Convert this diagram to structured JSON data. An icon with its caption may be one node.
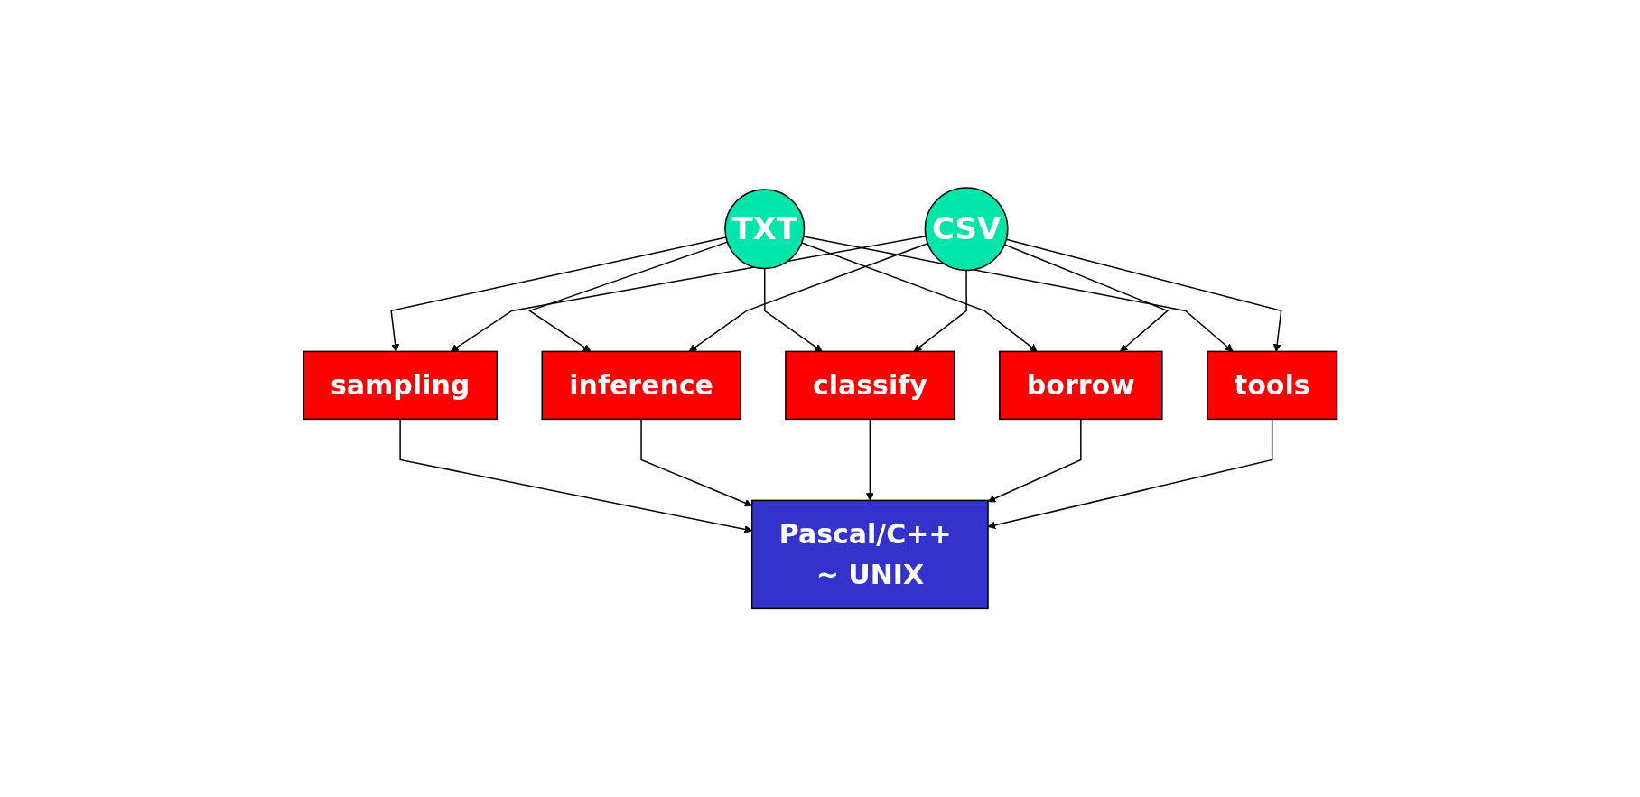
{
  "diagram": {
    "nodes": [
      {
        "text": [
          "TXT"
        ]
      },
      {
        "text": [
          "CSV"
        ]
      },
      {
        "text": [
          "sampling"
        ]
      },
      {
        "text": [
          "inference"
        ]
      },
      {
        "text": [
          "classify"
        ]
      },
      {
        "text": [
          "borrow"
        ]
      },
      {
        "text": [
          "tools"
        ]
      },
      {
        "text": [
          "Pascal/C++ ~ UNIX"
        ]
      }
    ],
    "edges": [
      {
        "from": 0,
        "to": 2,
        "arrow": "to"
      },
      {
        "from": 0,
        "to": 3,
        "arrow": "to"
      },
      {
        "from": 0,
        "to": 4,
        "arrow": "to"
      },
      {
        "from": 0,
        "to": 5,
        "arrow": "to"
      },
      {
        "from": 0,
        "to": 6,
        "arrow": "to"
      },
      {
        "from": 1,
        "to": 2,
        "arrow": "to"
      },
      {
        "from": 1,
        "to": 3,
        "arrow": "to"
      },
      {
        "from": 1,
        "to": 4,
        "arrow": "to"
      },
      {
        "from": 1,
        "to": 5,
        "arrow": "to"
      },
      {
        "from": 1,
        "to": 6,
        "arrow": "to"
      },
      {
        "from": 2,
        "to": 7,
        "arrow": "to"
      },
      {
        "from": 3,
        "to": 7,
        "arrow": "to"
      },
      {
        "from": 4,
        "to": 7,
        "arrow": "to"
      },
      {
        "from": 5,
        "to": 7,
        "arrow": "to"
      },
      {
        "from": 6,
        "to": 7,
        "arrow": "to"
      }
    ]
  }
}
